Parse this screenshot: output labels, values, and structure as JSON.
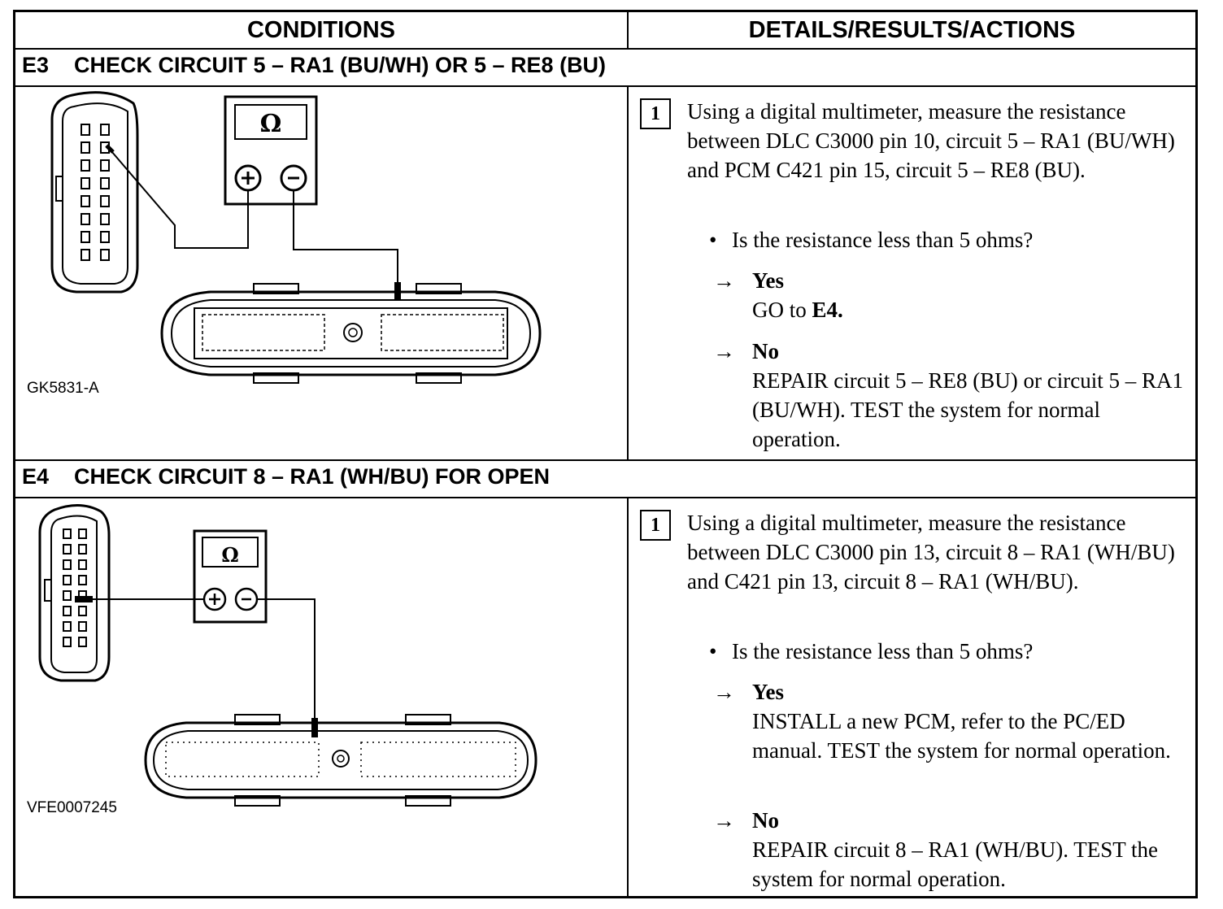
{
  "table": {
    "col_conditions": "CONDITIONS",
    "col_details": "DETAILS/RESULTS/ACTIONS"
  },
  "steps": [
    {
      "id": "E3",
      "title": "CHECK CIRCUIT 5 – RA1 (BU/WH) OR 5 – RE8 (BU)",
      "figure_label": "GK5831-A",
      "ohm_symbol": "Ω",
      "substep": "1",
      "instruction": "Using a digital multimeter, measure the resistance between DLC C3000 pin 10, circuit 5 – RA1 (BU/WH) and PCM C421 pin 15, circuit 5 – RE8 (BU).",
      "question": "Is the resistance less than 5 ohms?",
      "yes_label": "Yes",
      "yes_action_prefix": "GO to ",
      "yes_action_target": "E4.",
      "no_label": "No",
      "no_action": "REPAIR circuit 5 – RE8 (BU) or circuit 5 – RA1 (BU/WH). TEST the system for normal operation."
    },
    {
      "id": "E4",
      "title": "CHECK CIRCUIT 8 – RA1 (WH/BU) FOR OPEN",
      "figure_label": "VFE0007245",
      "ohm_symbol": "Ω",
      "substep": "1",
      "instruction": "Using a digital multimeter, measure the resistance between DLC C3000 pin 13, circuit 8 – RA1 (WH/BU) and C421 pin 13, circuit 8 – RA1 (WH/BU).",
      "question": "Is the resistance less than 5 ohms?",
      "yes_label": "Yes",
      "yes_action": "INSTALL a new PCM, refer to the PC/ED manual. TEST the system for normal operation.",
      "no_label": "No",
      "no_action": "REPAIR circuit 8 – RA1 (WH/BU). TEST the system for normal operation."
    }
  ],
  "symbols": {
    "arrow": "→",
    "bullet": "•"
  }
}
